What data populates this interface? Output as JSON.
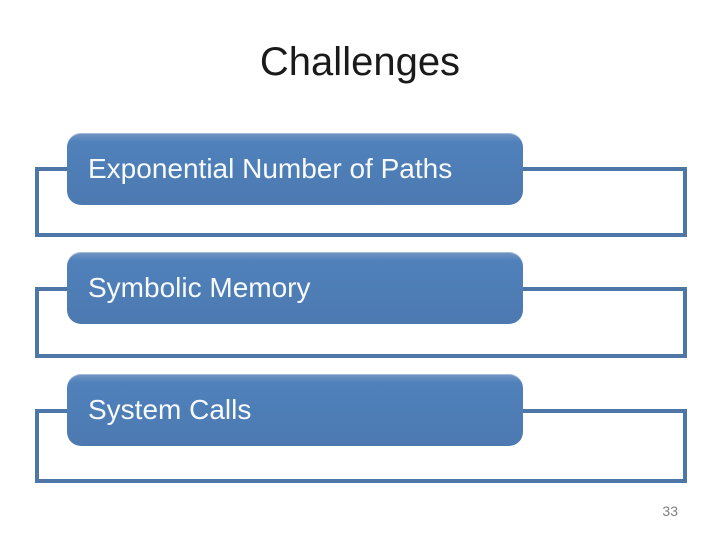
{
  "slide": {
    "title": "Challenges",
    "page_number": "33",
    "items": [
      {
        "label": "Exponential Number of Paths"
      },
      {
        "label": "Symbolic Memory"
      },
      {
        "label": "System Calls"
      }
    ],
    "colors": {
      "background": "#ffffff",
      "box_fill": "#4f81bd",
      "connector_line": "#4e76a7",
      "title_text": "#1a1a1a",
      "item_text": "#f7fafd",
      "page_number_text": "#7f7f7f"
    }
  }
}
